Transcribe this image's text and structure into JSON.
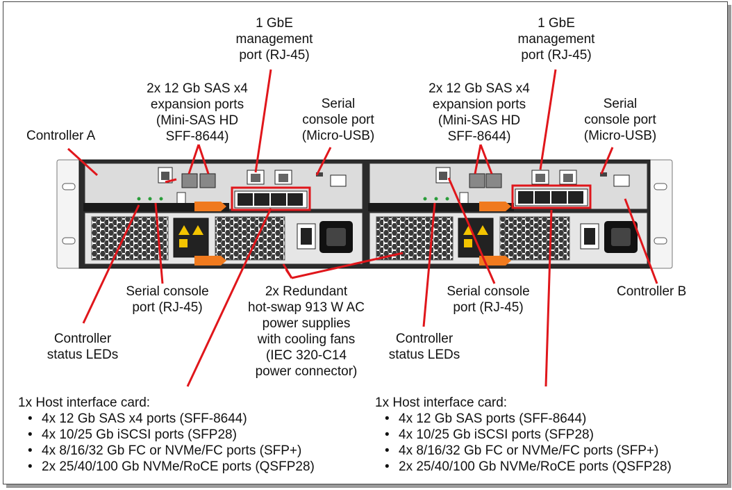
{
  "labels": {
    "mgmt_a": [
      "1 GbE",
      "management",
      "port (RJ-45)"
    ],
    "mgmt_b": [
      "1 GbE",
      "management",
      "port (RJ-45)"
    ],
    "sas_exp_a": [
      "2x 12 Gb SAS x4",
      "expansion ports",
      "(Mini-SAS HD",
      "SFF-8644)"
    ],
    "sas_exp_b": [
      "2x 12 Gb SAS x4",
      "expansion ports",
      "(Mini-SAS HD",
      "SFF-8644)"
    ],
    "serial_usb_a": [
      "Serial",
      "console port",
      "(Micro-USB)"
    ],
    "serial_usb_b": [
      "Serial",
      "console port",
      "(Micro-USB)"
    ],
    "controller_a": "Controller A",
    "controller_b": "Controller B",
    "serial_rj45_a": [
      "Serial console",
      "port (RJ-45)"
    ],
    "serial_rj45_b": [
      "Serial console",
      "port (RJ-45)"
    ],
    "psu": [
      "2x Redundant",
      "hot-swap 913 W AC",
      "power supplies",
      "with cooling fans",
      "(IEC 320-C14",
      "power connector)"
    ],
    "status_leds_a": [
      "Controller",
      "status LEDs"
    ],
    "status_leds_b": [
      "Controller",
      "status LEDs"
    ]
  },
  "host_left": {
    "title": "1x Host interface card:",
    "items": [
      "4x 12 Gb SAS x4 ports (SFF-8644)",
      "4x 10/25 Gb iSCSI ports (SFP28)",
      "4x 8/16/32 Gb FC or NVMe/FC ports (SFP+)",
      "2x 25/40/100 Gb NVMe/RoCE ports (QSFP28)"
    ]
  },
  "host_right": {
    "title": "1x Host interface card:",
    "items": [
      "4x 12 Gb SAS ports (SFF-8644)",
      "4x 10/25 Gb iSCSI ports (SFP28)",
      "4x 8/16/32 Gb FC or NVMe/FC ports (SFP+)",
      "2x 25/40/100 Gb NVMe/RoCE ports (QSFP28)"
    ]
  },
  "colors": {
    "callout": "#e0161b",
    "chassis": "#2b2b2b",
    "panel": "#dcdcdc",
    "latch": "#f07a1e"
  }
}
